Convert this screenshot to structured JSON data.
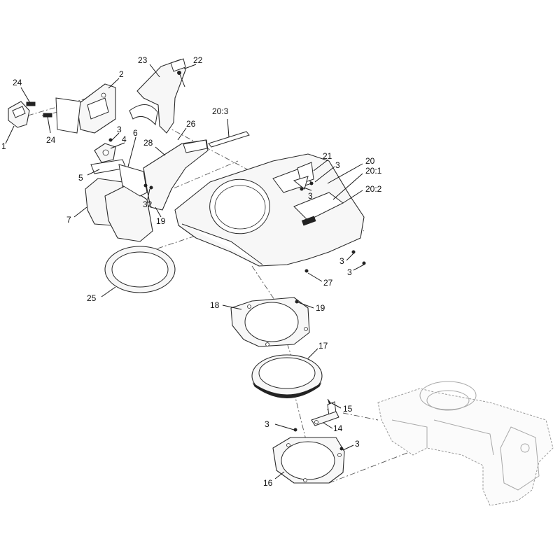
{
  "diagram": {
    "callouts": [
      {
        "id": "c24a",
        "label": "24"
      },
      {
        "id": "c2",
        "label": "2"
      },
      {
        "id": "c23",
        "label": "23"
      },
      {
        "id": "c22",
        "label": "22"
      },
      {
        "id": "c1",
        "label": "1"
      },
      {
        "id": "c24b",
        "label": "24"
      },
      {
        "id": "c3a",
        "label": "3"
      },
      {
        "id": "c4",
        "label": "4"
      },
      {
        "id": "c5",
        "label": "5"
      },
      {
        "id": "c6",
        "label": "6"
      },
      {
        "id": "c28",
        "label": "28"
      },
      {
        "id": "c26",
        "label": "26"
      },
      {
        "id": "c20_3",
        "label": "20:3"
      },
      {
        "id": "c21",
        "label": "21"
      },
      {
        "id": "c3b",
        "label": "3"
      },
      {
        "id": "c3c",
        "label": "3"
      },
      {
        "id": "c20",
        "label": "20"
      },
      {
        "id": "c20_1",
        "label": "20:1"
      },
      {
        "id": "c20_2",
        "label": "20:2"
      },
      {
        "id": "c32",
        "label": "32"
      },
      {
        "id": "c19a",
        "label": "19"
      },
      {
        "id": "c7",
        "label": "7"
      },
      {
        "id": "c3d",
        "label": "3"
      },
      {
        "id": "c3e",
        "label": "3"
      },
      {
        "id": "c27",
        "label": "27"
      },
      {
        "id": "c25",
        "label": "25"
      },
      {
        "id": "c18",
        "label": "18"
      },
      {
        "id": "c19b",
        "label": "19"
      },
      {
        "id": "c17",
        "label": "17"
      },
      {
        "id": "c15",
        "label": "15"
      },
      {
        "id": "c3f",
        "label": "3"
      },
      {
        "id": "c14",
        "label": "14"
      },
      {
        "id": "c3g",
        "label": "3"
      },
      {
        "id": "c16",
        "label": "16"
      }
    ]
  }
}
